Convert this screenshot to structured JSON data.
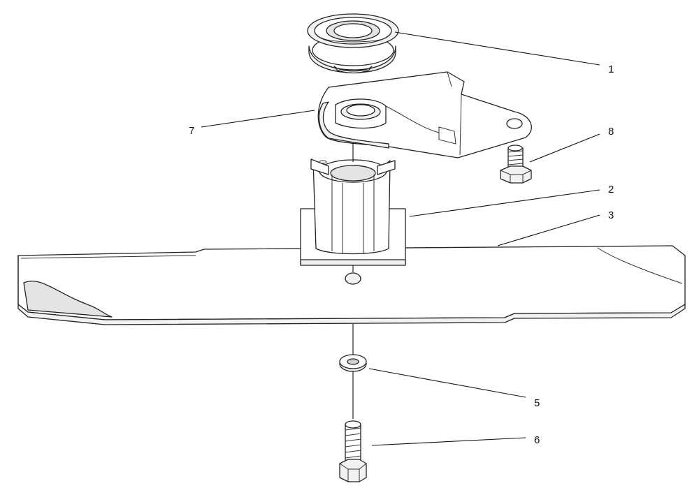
{
  "callouts": [
    {
      "id": "1",
      "label": "1"
    },
    {
      "id": "2",
      "label": "2"
    },
    {
      "id": "3",
      "label": "3"
    },
    {
      "id": "5",
      "label": "5"
    },
    {
      "id": "6",
      "label": "6"
    },
    {
      "id": "7",
      "label": "7"
    },
    {
      "id": "8",
      "label": "8"
    }
  ]
}
